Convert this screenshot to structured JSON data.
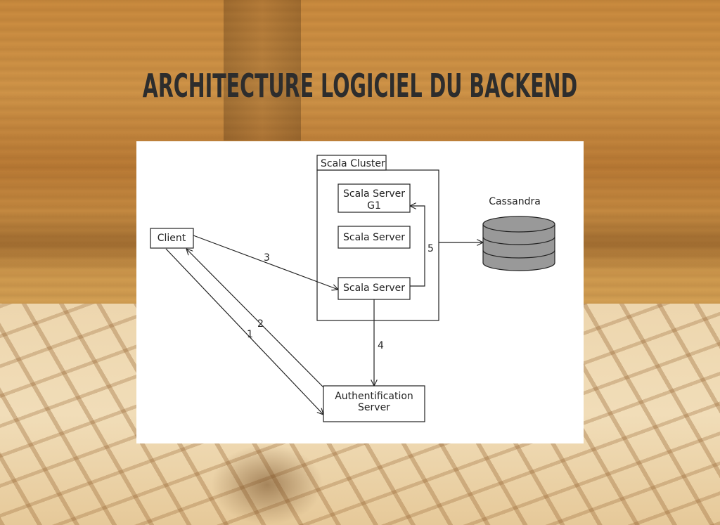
{
  "slide": {
    "title": "ARCHITECTURE LOGICIEL DU BACKEND"
  },
  "diagram": {
    "nodes": {
      "cluster": "Scala Cluster",
      "server_g1_line1": "Scala Server",
      "server_g1_line2": "G1",
      "server_middle": "Scala Server",
      "server_bottom": "Scala Server",
      "client": "Client",
      "auth_line1": "Authentification",
      "auth_line2": "Server",
      "cassandra": "Cassandra"
    },
    "edges": [
      {
        "label": "1",
        "from": "client",
        "to": "auth"
      },
      {
        "label": "2",
        "from": "auth",
        "to": "client"
      },
      {
        "label": "3",
        "from": "client",
        "to": "server_bottom"
      },
      {
        "label": "4",
        "from": "server_bottom",
        "to": "auth"
      },
      {
        "label": "5",
        "from": "server_bottom",
        "to": "server_g1 / cassandra"
      }
    ],
    "colors": {
      "cassandra_fill": "#999999",
      "stroke": "#222222"
    }
  }
}
